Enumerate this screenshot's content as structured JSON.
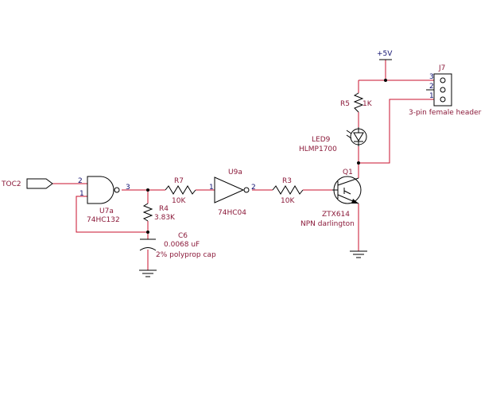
{
  "schematic": {
    "signal": {
      "name": "TOC2"
    },
    "gate": {
      "ref": "U7a",
      "part": "74HC132",
      "pin_in_a": "2",
      "pin_in_b": "1",
      "pin_out": "3"
    },
    "r7": {
      "ref": "R7",
      "value": "10K"
    },
    "inverter": {
      "ref": "U9a",
      "part": "74HC04",
      "pin_in": "1",
      "pin_out": "2"
    },
    "r3": {
      "ref": "R3",
      "value": "10K"
    },
    "r4": {
      "ref": "R4",
      "value": "3.83K"
    },
    "c6": {
      "ref": "C6",
      "value": "0.0068 uF",
      "desc": "2% polyprop cap"
    },
    "q1": {
      "ref": "Q1",
      "part": "ZTX614",
      "desc": "NPN darlington"
    },
    "led": {
      "ref": "LED9",
      "part": "HLMP1700"
    },
    "r5": {
      "ref": "R5",
      "value": "1K"
    },
    "supply": {
      "label": "+5V"
    },
    "connector": {
      "ref": "J7",
      "desc": "3-pin female header",
      "pin3": "3",
      "pin2": "2",
      "pin1": "1"
    }
  },
  "colors": {
    "wire": "#c8102e",
    "label": "#8b1a3a",
    "pin": "#101070",
    "component": "#000000"
  }
}
